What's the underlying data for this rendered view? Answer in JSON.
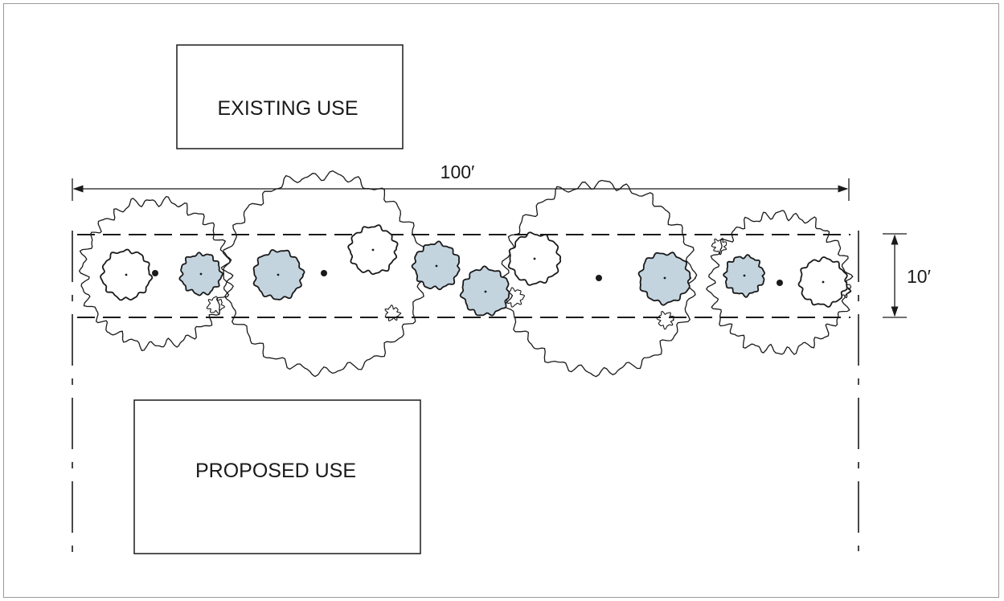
{
  "labels": {
    "existing_use": "EXISTING USE",
    "proposed_use": "PROPOSED USE",
    "width_dimension": "100′",
    "depth_dimension": "10′"
  },
  "colors": {
    "line": "#1a1a1a",
    "new_tree_fill": "#c4d4df",
    "frame": "#9a9a9a"
  },
  "legend_semantics": {
    "filled_circle": "shaded tree symbol",
    "open_circle": "unshaded tree symbol",
    "large_wavy_circle": "canopy outline",
    "black_dot": "tree trunk point"
  }
}
